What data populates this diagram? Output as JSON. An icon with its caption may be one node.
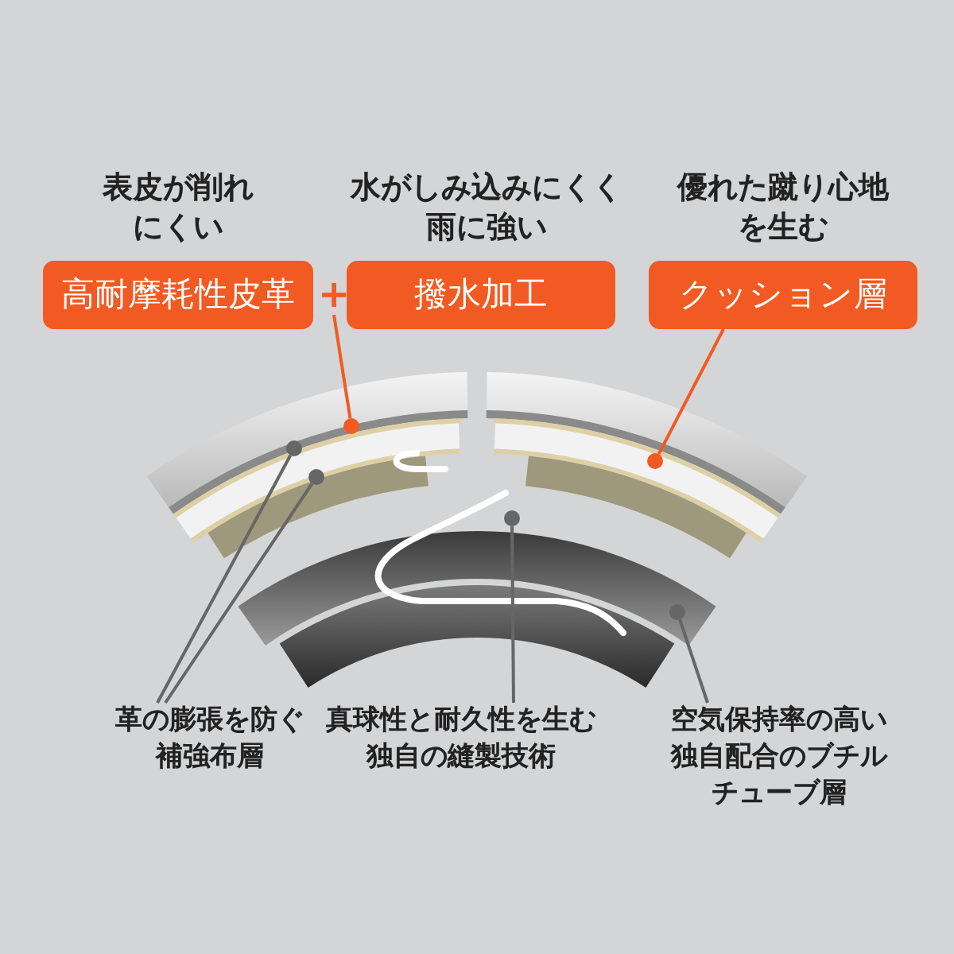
{
  "diagram": {
    "nodes": [
      {
        "text": [
          "表皮が削れにくい",
          "高耐摩耗性皮革"
        ]
      },
      {
        "text": [
          "+"
        ]
      },
      {
        "text": [
          "水がしみ込みにくく雨に強い",
          "撥水加工"
        ]
      },
      {
        "text": [
          "優れた蹴り心地を生む",
          "クッション層"
        ]
      },
      {
        "text": [
          "革の膨張を防ぐ補強布層"
        ]
      },
      {
        "text": [
          "真球性と耐久性を生む独自の縫製技術"
        ]
      },
      {
        "text": [
          "空気保持率の高い独自配合のブチルチューブ層"
        ]
      },
      {
        "text": [],
        "shape": "circle"
      },
      {
        "text": [],
        "shape": "circle"
      },
      {
        "text": [],
        "shape": "circle"
      },
      {
        "text": [],
        "shape": "circle"
      },
      {
        "text": [],
        "shape": "circle"
      },
      {
        "text": [],
        "shape": "circle"
      }
    ],
    "edges": [
      {
        "from": 1,
        "to": 7,
        "arrow": "none",
        "color": "#f15a22"
      },
      {
        "from": 3,
        "to": 8,
        "arrow": "none",
        "color": "#f15a22"
      },
      {
        "from": 4,
        "to": 9,
        "arrow": "none"
      },
      {
        "from": 4,
        "to": 10,
        "arrow": "none"
      },
      {
        "from": 5,
        "to": 11,
        "arrow": "none"
      },
      {
        "from": 6,
        "to": 12,
        "arrow": "none"
      }
    ]
  }
}
